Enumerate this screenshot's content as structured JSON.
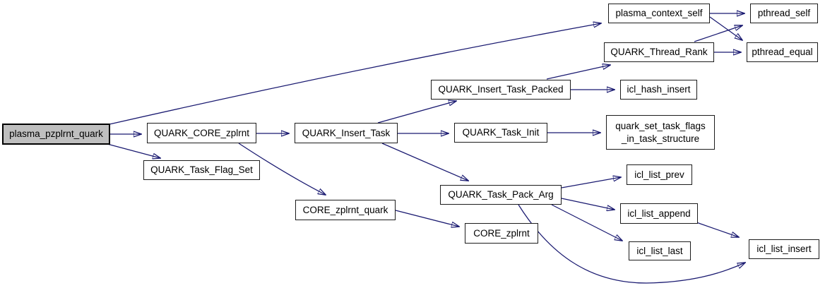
{
  "diagram": {
    "kind": "function-call-graph",
    "background_color": "#ffffff",
    "edge_color": "#191970",
    "node_fill": "#ffffff",
    "node_border_color": "#1c1c1c",
    "current_node_fill": "#bfbfbf",
    "text_color": "#000000"
  },
  "nodes": [
    {
      "id": "plasma_pzplrnt_quark",
      "label": "plasma_pzplrnt_quark",
      "current": true
    },
    {
      "id": "QUARK_CORE_zplrnt",
      "label": "QUARK_CORE_zplrnt",
      "current": false
    },
    {
      "id": "QUARK_Task_Flag_Set",
      "label": "QUARK_Task_Flag_Set",
      "current": false
    },
    {
      "id": "QUARK_Insert_Task",
      "label": "QUARK_Insert_Task",
      "current": false
    },
    {
      "id": "QUARK_Insert_Task_Packed",
      "label": "QUARK_Insert_Task_Packed",
      "current": false
    },
    {
      "id": "QUARK_Task_Init",
      "label": "QUARK_Task_Init",
      "current": false
    },
    {
      "id": "QUARK_Task_Pack_Arg",
      "label": "QUARK_Task_Pack_Arg",
      "current": false
    },
    {
      "id": "CORE_zplrnt_quark",
      "label": "CORE_zplrnt_quark",
      "current": false
    },
    {
      "id": "CORE_zplrnt",
      "label": "CORE_zplrnt",
      "current": false
    },
    {
      "id": "plasma_context_self",
      "label": "plasma_context_self",
      "current": false
    },
    {
      "id": "QUARK_Thread_Rank",
      "label": "QUARK_Thread_Rank",
      "current": false
    },
    {
      "id": "icl_hash_insert",
      "label": "icl_hash_insert",
      "current": false
    },
    {
      "id": "quark_set_task_flags_in_task_structure",
      "label": "quark_set_task_flags\n_in_task_structure",
      "current": false
    },
    {
      "id": "icl_list_prev",
      "label": "icl_list_prev",
      "current": false
    },
    {
      "id": "icl_list_append",
      "label": "icl_list_append",
      "current": false
    },
    {
      "id": "icl_list_last",
      "label": "icl_list_last",
      "current": false
    },
    {
      "id": "pthread_self",
      "label": "pthread_self",
      "current": false
    },
    {
      "id": "pthread_equal",
      "label": "pthread_equal",
      "current": false
    },
    {
      "id": "icl_list_insert",
      "label": "icl_list_insert",
      "current": false
    }
  ],
  "edges": [
    {
      "from": "plasma_pzplrnt_quark",
      "to": "plasma_context_self"
    },
    {
      "from": "plasma_pzplrnt_quark",
      "to": "QUARK_CORE_zplrnt"
    },
    {
      "from": "plasma_pzplrnt_quark",
      "to": "QUARK_Task_Flag_Set"
    },
    {
      "from": "QUARK_CORE_zplrnt",
      "to": "QUARK_Insert_Task"
    },
    {
      "from": "QUARK_CORE_zplrnt",
      "to": "CORE_zplrnt_quark"
    },
    {
      "from": "QUARK_Insert_Task",
      "to": "QUARK_Insert_Task_Packed"
    },
    {
      "from": "QUARK_Insert_Task",
      "to": "QUARK_Task_Init"
    },
    {
      "from": "QUARK_Insert_Task",
      "to": "QUARK_Task_Pack_Arg"
    },
    {
      "from": "QUARK_Insert_Task_Packed",
      "to": "QUARK_Thread_Rank"
    },
    {
      "from": "QUARK_Insert_Task_Packed",
      "to": "icl_hash_insert"
    },
    {
      "from": "QUARK_Task_Init",
      "to": "quark_set_task_flags_in_task_structure"
    },
    {
      "from": "plasma_context_self",
      "to": "pthread_self"
    },
    {
      "from": "plasma_context_self",
      "to": "pthread_equal"
    },
    {
      "from": "QUARK_Thread_Rank",
      "to": "pthread_self"
    },
    {
      "from": "QUARK_Thread_Rank",
      "to": "pthread_equal"
    },
    {
      "from": "QUARK_Task_Pack_Arg",
      "to": "icl_list_prev"
    },
    {
      "from": "QUARK_Task_Pack_Arg",
      "to": "icl_list_append"
    },
    {
      "from": "QUARK_Task_Pack_Arg",
      "to": "icl_list_last"
    },
    {
      "from": "QUARK_Task_Pack_Arg",
      "to": "icl_list_insert"
    },
    {
      "from": "CORE_zplrnt_quark",
      "to": "CORE_zplrnt"
    },
    {
      "from": "icl_list_append",
      "to": "icl_list_insert"
    }
  ]
}
